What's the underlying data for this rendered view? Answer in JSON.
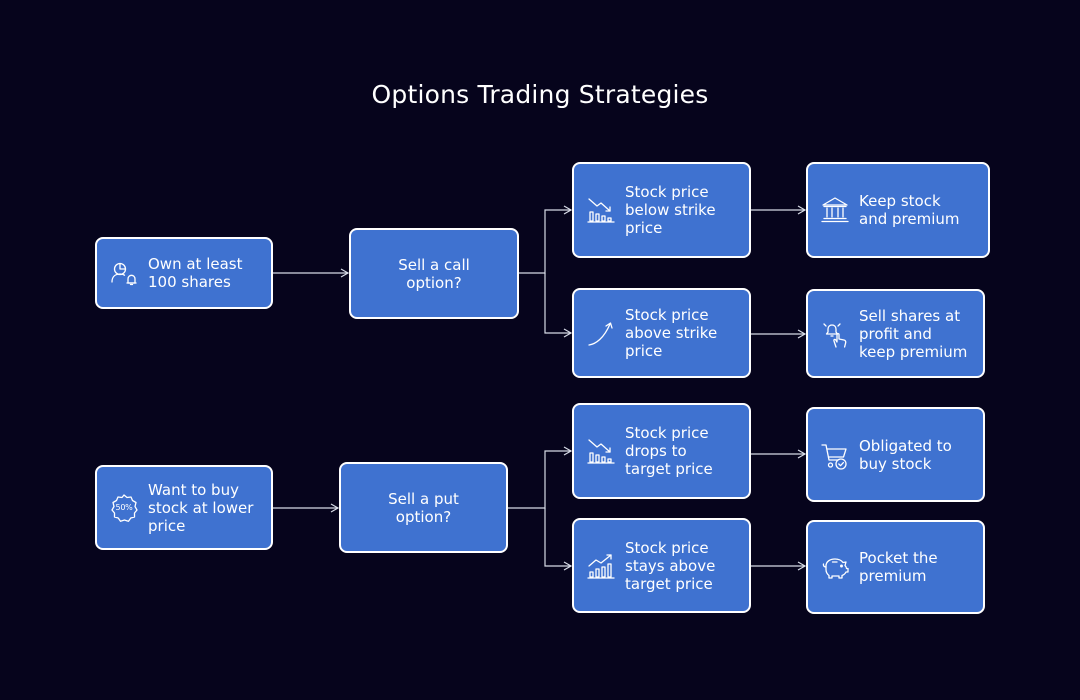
{
  "title": "Options Trading Strategies",
  "colors": {
    "background": "#06041c",
    "box_fill": "#3f72d0",
    "box_border": "#ffffff",
    "connector": "#d7dbe6"
  },
  "nodes": {
    "own_shares": {
      "text": "Own at least 100 shares",
      "icon": "user-pie-bell-icon"
    },
    "sell_call": {
      "text": "Sell a call option?"
    },
    "call_below": {
      "text": "Stock price below strike price",
      "icon": "chart-down-icon"
    },
    "call_above": {
      "text": "Stock price above strike price",
      "icon": "curve-up-icon"
    },
    "keep_stock": {
      "text": "Keep stock and premium",
      "icon": "bank-icon"
    },
    "sell_profit": {
      "text": "Sell shares at profit and keep premium",
      "icon": "bell-hand-icon"
    },
    "want_buy": {
      "text": "Want to buy stock at lower price",
      "icon": "discount-badge-icon",
      "badge": "50%"
    },
    "sell_put": {
      "text": "Sell a put option?"
    },
    "put_drops": {
      "text": "Stock price drops to target price",
      "icon": "chart-down-icon"
    },
    "put_stays": {
      "text": "Stock price stays above target price",
      "icon": "chart-up-icon"
    },
    "obligated": {
      "text": "Obligated to buy stock",
      "icon": "cart-check-icon"
    },
    "pocket": {
      "text": "Pocket the premium",
      "icon": "piggy-bank-icon"
    }
  }
}
